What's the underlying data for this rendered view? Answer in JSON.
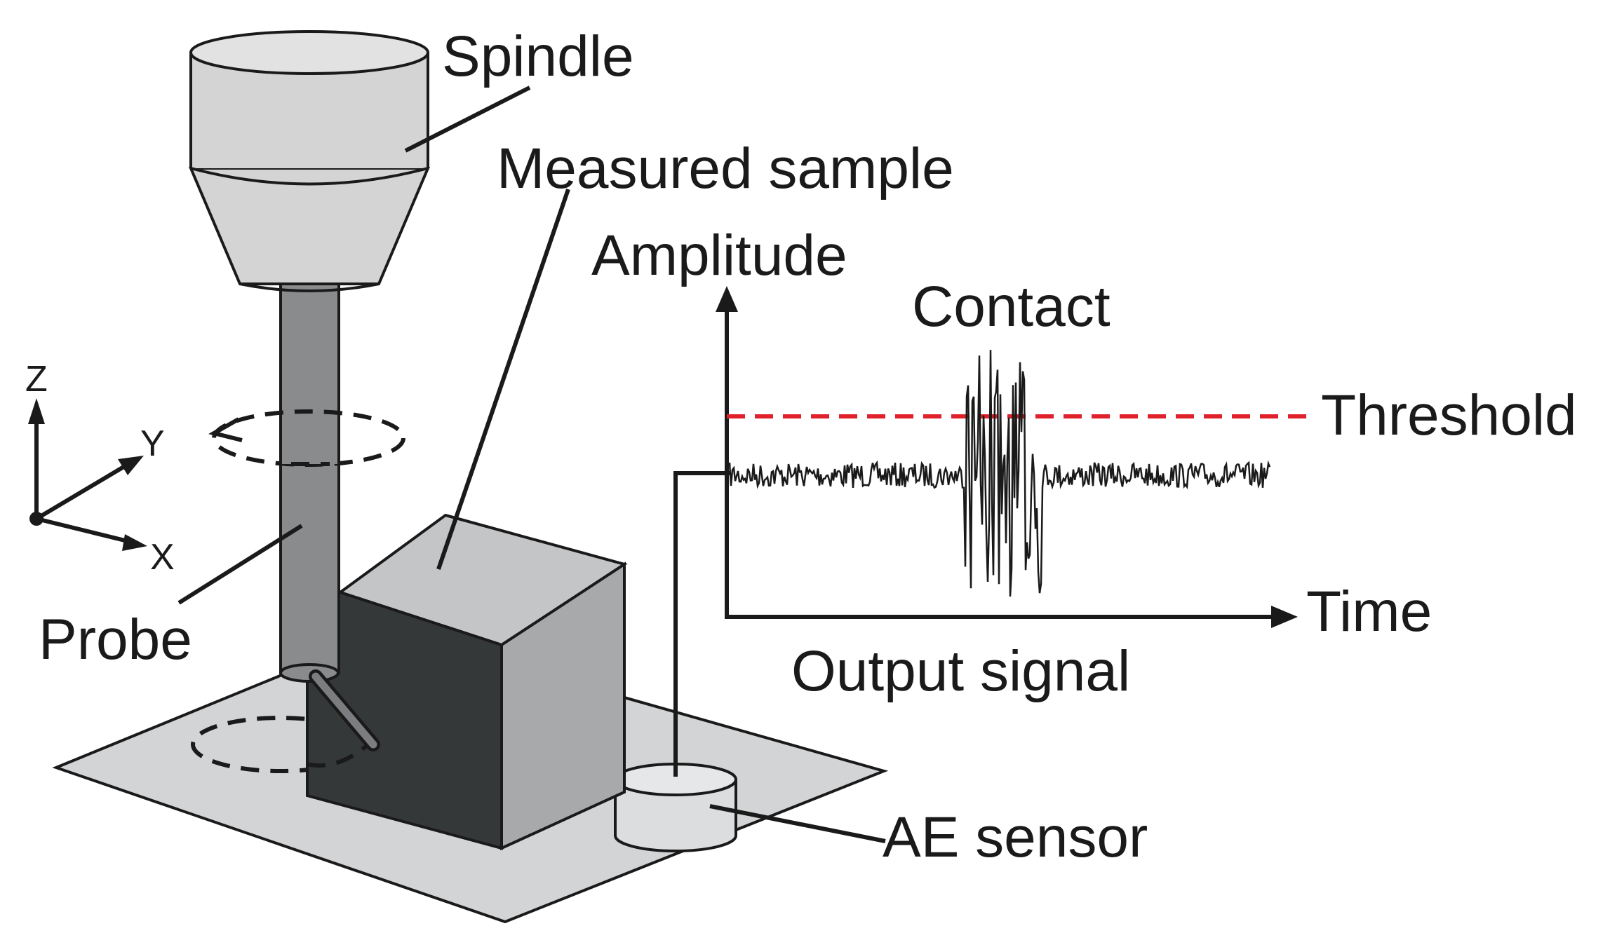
{
  "labels": {
    "spindle": "Spindle",
    "measured_sample": "Measured sample",
    "amplitude": "Amplitude",
    "contact": "Contact",
    "threshold": "Threshold",
    "time": "Time",
    "output_signal": "Output signal",
    "probe": "Probe",
    "ae_sensor": "AE sensor",
    "axis_z": "Z",
    "axis_y": "Y",
    "axis_x": "X"
  },
  "colors": {
    "threshold_line": "#e0202a",
    "spindle_fill": "#d4d4d4",
    "probe_fill": "#8a8b8d",
    "sample_front": "#353839",
    "sample_side": "#a7a9ab",
    "sample_top": "#c4c5c7",
    "base_plate": "#d3d4d6",
    "sensor_fill": "#dcdddf"
  }
}
